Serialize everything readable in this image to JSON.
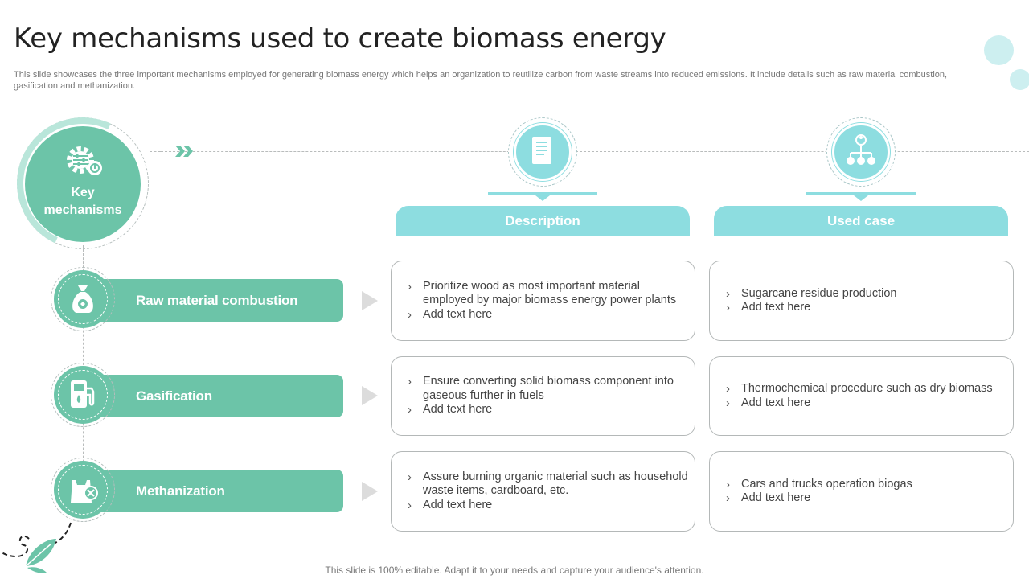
{
  "slide": {
    "title": "Key mechanisms used to create biomass energy",
    "subtitle": "This slide showcases the three important mechanisms employed for generating biomass energy which helps an organization to reutilize carbon from waste streams into reduced emissions. It include details such as raw material combustion, gasification and methanization.",
    "footer": "This slide is 100% editable. Adapt it to your needs and capture your audience's attention."
  },
  "key": {
    "label": "Key\nmechanisms",
    "icon": "gear-settings-icon"
  },
  "columns": [
    {
      "label": "Description",
      "icon": "document-icon"
    },
    {
      "label": "Used case",
      "icon": "network-icon"
    }
  ],
  "rows": [
    {
      "label": "Raw material combustion",
      "icon": "money-bag-icon",
      "description": [
        "Prioritize wood as most important material employed by major biomass energy power plants",
        "Add text here"
      ],
      "used_case": [
        "Sugarcane residue production",
        "Add text here"
      ]
    },
    {
      "label": "Gasification",
      "icon": "fuel-pump-icon",
      "description": [
        "Ensure converting solid biomass component into gaseous further in fuels",
        "Add text here"
      ],
      "used_case": [
        "Thermochemical procedure such as dry biomass",
        "Add text here"
      ]
    },
    {
      "label": "Methanization",
      "icon": "plastic-bag-icon",
      "description": [
        "Assure burning organic material such as household waste items, cardboard, etc.",
        "Add text here"
      ],
      "used_case": [
        "Cars and trucks operation biogas",
        "Add text here"
      ]
    }
  ],
  "colors": {
    "accent_green": "#6cc4a8",
    "accent_teal": "#8ddde0",
    "light_teal": "#cdeff0"
  }
}
